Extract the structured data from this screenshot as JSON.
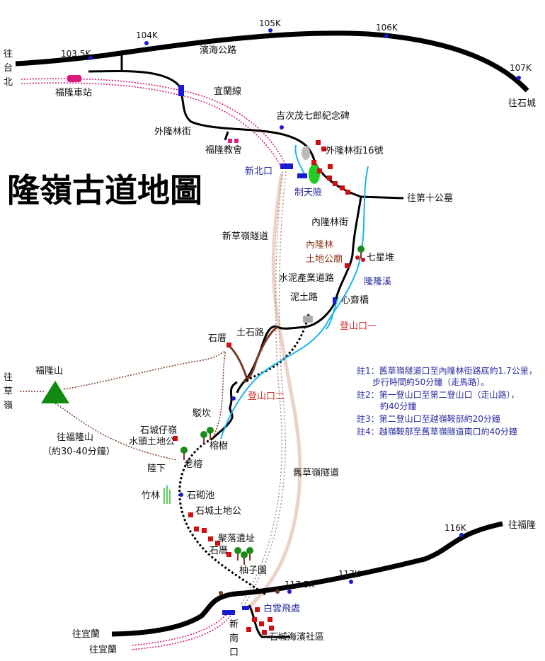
{
  "title": "隆嶺古道地圖",
  "km_markers": [
    "103.5K",
    "104K",
    "105K",
    "106K",
    "107K",
    "116K",
    "117K",
    "117.5K"
  ],
  "places": {
    "to_taipei": [
      "往",
      "台",
      "北"
    ],
    "fulong_station": "福隆車站",
    "binhai_road": "濱海公路",
    "yilan_line": "宜蘭線",
    "to_shicheng": "往石城",
    "monument": "吉次茂七郎紀念碑",
    "outer_longlin_st": "外隆林街",
    "fulong_church": "福隆教會",
    "outer_longlin_16": "外隆林街16號",
    "xinbeikou": "新北口",
    "zhitianxian": "制天險",
    "to_10th_cemetery": "往第十公墓",
    "new_caoling_tunnel": "新草嶺隧道",
    "inner_longlin_st": "內隆林街",
    "inner_longlin_temple": "內隆林\n土地公廟",
    "qixingdui": "七星堆",
    "cement_road": "水泥產業道路",
    "longlong_creek": "隆隆溪",
    "mud_road": "泥土路",
    "xinzhai_bridge": "心齋橋",
    "trailhead_1": "登山口一",
    "stone_dumpster": "石厝",
    "dirt_stone_road": "土石路",
    "to_caoling": [
      "往",
      "草",
      "嶺"
    ],
    "fulong_mountain": "福隆山",
    "trailhead_2": "登山口二",
    "jun_kan": "駁坎",
    "shichengzailing": "石城仔嶺",
    "shuitou_temple": "水頭土地公",
    "banyan": "榕樹",
    "old_banyan": "老榕",
    "to_fulong_mtn": "往福隆山",
    "to_fulong_mtn_time": "（約30-40分鐘）",
    "lu_xia": "陸下",
    "bamboo_forest": "竹林",
    "stone_pond": "石砌池",
    "shicheng_temple": "石城土地公",
    "settlement_ruins": "聚落遺址",
    "stone_house": "石厝",
    "pomelo_garden": "柚子園",
    "old_caoling_tunnel": "舊草嶺隧道",
    "baiyun_feichu": "白雲飛處",
    "to_fulong": "往福隆",
    "to_yilan_road": "往宜蘭",
    "to_yilan_rail": "往宜蘭",
    "xinnankou": [
      "新",
      "南",
      "口"
    ],
    "shicheng_community": "石城海濱社區"
  },
  "notes": [
    "註1：舊草嶺隧道口至內隆林街路底約1.7公里，",
    "步行時間約50分鐘（走馬路）。",
    "註2：第一登山口至第二登山口（走山路），",
    "約40分鐘",
    "註3：第二登山口至越嶺鞍部約20分鐘",
    "註4：越嶺鞍部至舊草嶺隧道南口約40分鐘"
  ],
  "colors": {
    "road": "#000000",
    "rail": "#d81b7a",
    "creek": "#19b5e8",
    "trail": "#000000",
    "brown_road": "#7a3a24",
    "tunnel": "#e8c8c0",
    "station": "#1a1ad0",
    "house": "#d01010",
    "tree": "#1a8a1a",
    "mountain": "#108a10"
  }
}
